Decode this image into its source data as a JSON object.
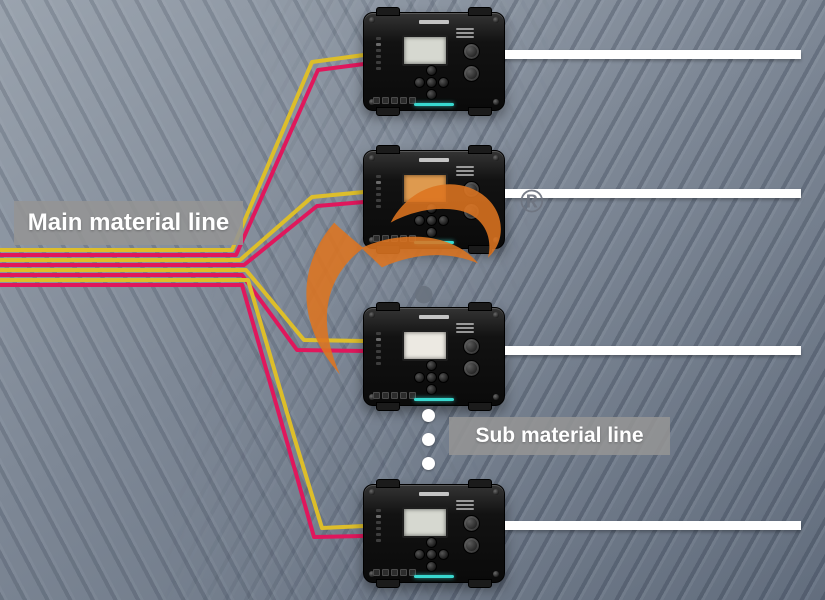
{
  "page": {
    "type": "product-wiring-diagram"
  },
  "labels": {
    "main_line": "Main material line",
    "sub_line": "Sub material line",
    "registered_mark": "®"
  },
  "colors": {
    "cable_yellow": "#ddbe2a",
    "cable_magenta": "#e0175c",
    "sub_line": "#ffffff",
    "label_bg": "rgba(148,148,148,0.88)",
    "watermark_orange": "#dd7420",
    "device_accent_teal": "#38d8cf"
  },
  "devices": [
    {
      "name": "controller-1",
      "display_color": "#d6d8d0"
    },
    {
      "name": "controller-2",
      "display_color": "#de9a4f"
    },
    {
      "name": "controller-3",
      "display_color": "#ece9e2"
    },
    {
      "name": "controller-4",
      "display_color": "#d6d8d0"
    }
  ],
  "ellipsis_dots": 3
}
